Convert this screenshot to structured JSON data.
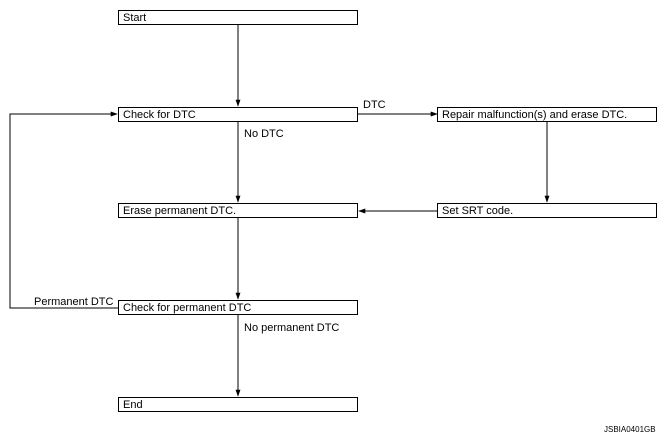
{
  "nodes": {
    "start": "Start",
    "check_dtc": "Check for DTC",
    "repair": "Repair malfunction(s) and erase DTC.",
    "erase_permanent": "Erase permanent DTC.",
    "set_srt": "Set SRT code.",
    "check_permanent": "Check for permanent DTC",
    "end": "End"
  },
  "edges": {
    "dtc": "DTC",
    "no_dtc": "No DTC",
    "permanent_dtc": "Permanent DTC",
    "no_permanent_dtc": "No permanent DTC"
  },
  "figure_id": "JSBIA0401GB"
}
